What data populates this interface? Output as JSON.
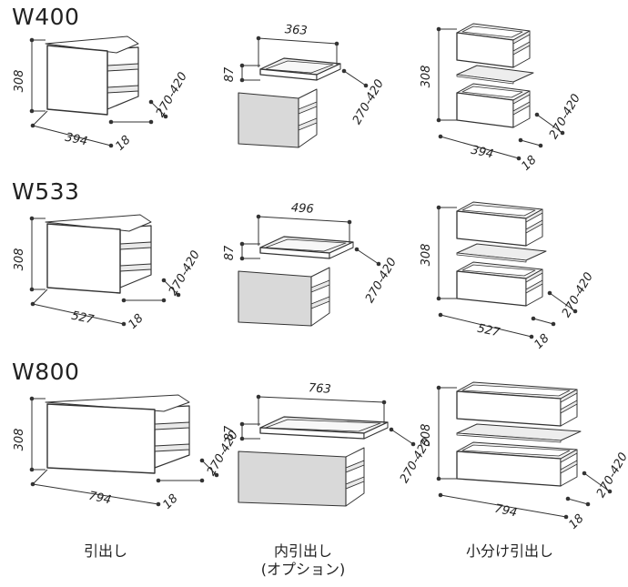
{
  "rows": [
    {
      "title": "W400",
      "width": "394",
      "height": "308",
      "inner_width": "363",
      "inner_height": "87",
      "depth": "270-420",
      "thickness": "18"
    },
    {
      "title": "W533",
      "width": "527",
      "height": "308",
      "inner_width": "496",
      "inner_height": "87",
      "depth": "270-420",
      "thickness": "18"
    },
    {
      "title": "W800",
      "width": "794",
      "height": "308",
      "inner_width": "763",
      "inner_height": "87",
      "depth": "270-420",
      "thickness": "18"
    }
  ],
  "columns": [
    {
      "label": "引出し"
    },
    {
      "label": "内引出し",
      "sublabel": "(オプション)"
    },
    {
      "label": "小分け引出し"
    }
  ],
  "colors": {
    "line": "#333333",
    "fill": "#ffffff",
    "panel": "#d9d9d9",
    "tray": "#eeeeee"
  }
}
